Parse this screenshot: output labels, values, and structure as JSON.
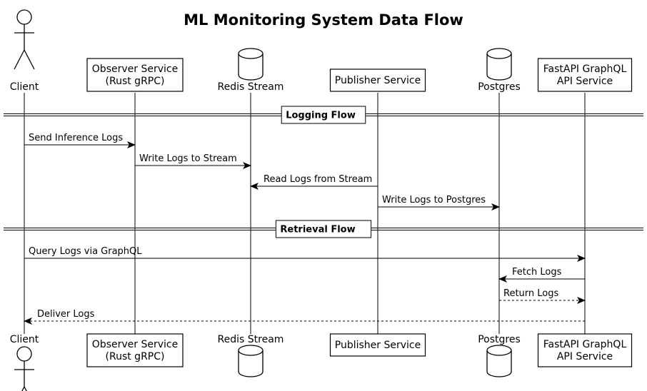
{
  "title": "ML Monitoring System Data Flow",
  "participants": [
    {
      "id": "client",
      "kind": "actor",
      "lines": [
        "Client"
      ]
    },
    {
      "id": "observer",
      "kind": "box",
      "lines": [
        "Observer Service",
        "(Rust gRPC)"
      ]
    },
    {
      "id": "redis",
      "kind": "database",
      "lines": [
        "Redis Stream"
      ]
    },
    {
      "id": "publisher",
      "kind": "box",
      "lines": [
        "Publisher Service"
      ]
    },
    {
      "id": "postgres",
      "kind": "database",
      "lines": [
        "Postgres"
      ]
    },
    {
      "id": "fastapi",
      "kind": "box",
      "lines": [
        "FastAPI GraphQL",
        "API Service"
      ]
    }
  ],
  "sections": [
    {
      "label": "Logging Flow"
    },
    {
      "label": "Retrieval Flow"
    }
  ],
  "messages": [
    {
      "from": "client",
      "to": "observer",
      "label": "Send Inference Logs",
      "style": "solid"
    },
    {
      "from": "observer",
      "to": "redis",
      "label": "Write Logs to Stream",
      "style": "solid"
    },
    {
      "from": "publisher",
      "to": "redis",
      "label": "Read Logs from Stream",
      "style": "solid"
    },
    {
      "from": "publisher",
      "to": "postgres",
      "label": "Write Logs to Postgres",
      "style": "solid"
    },
    {
      "from": "client",
      "to": "fastapi",
      "label": "Query Logs via GraphQL",
      "style": "solid"
    },
    {
      "from": "fastapi",
      "to": "postgres",
      "label": "Fetch Logs",
      "style": "solid"
    },
    {
      "from": "postgres",
      "to": "fastapi",
      "label": "Return Logs",
      "style": "dashed"
    },
    {
      "from": "fastapi",
      "to": "client",
      "label": "Deliver Logs",
      "style": "dashed"
    }
  ]
}
